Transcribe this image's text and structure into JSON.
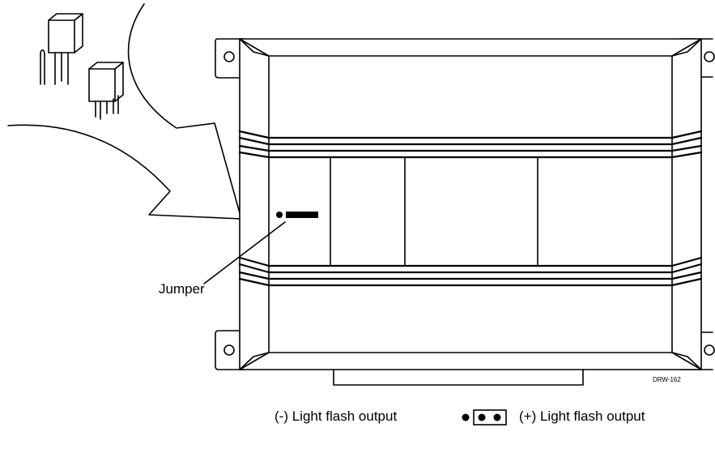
{
  "labels": {
    "jumper": "Jumper",
    "drawing_code": "DRW-162",
    "negative_output": "(-) Light flash output",
    "positive_output": "(+) Light flash output"
  },
  "colors": {
    "line": "#000000",
    "background": "#ffffff"
  }
}
